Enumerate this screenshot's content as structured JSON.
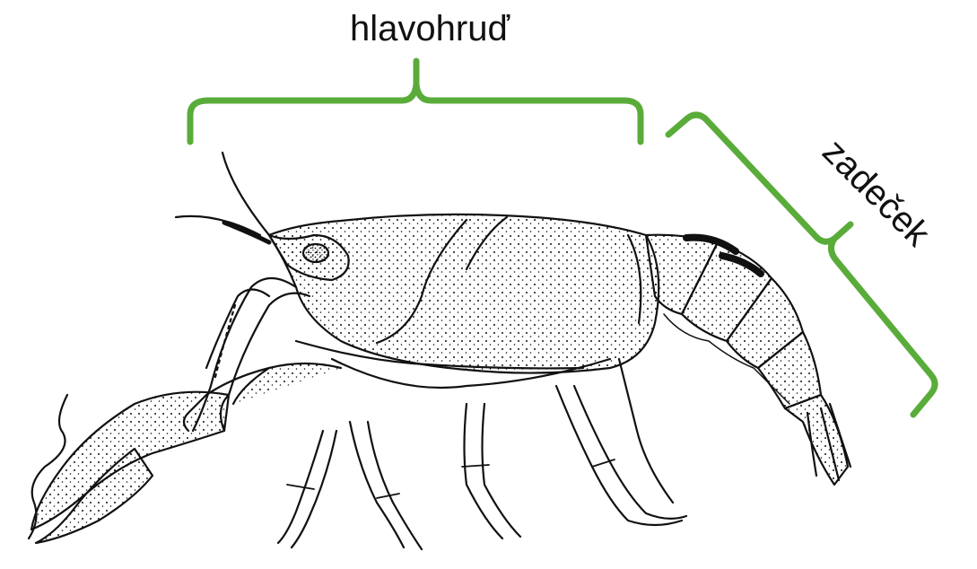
{
  "labels": {
    "cephalothorax": "hlavohruď",
    "abdomen": "zadeček"
  },
  "colors": {
    "bracket": "#5aac3a",
    "ink": "#111111"
  },
  "illustration": {
    "subject": "crayfish-side-view",
    "icon": "crayfish-icon"
  }
}
